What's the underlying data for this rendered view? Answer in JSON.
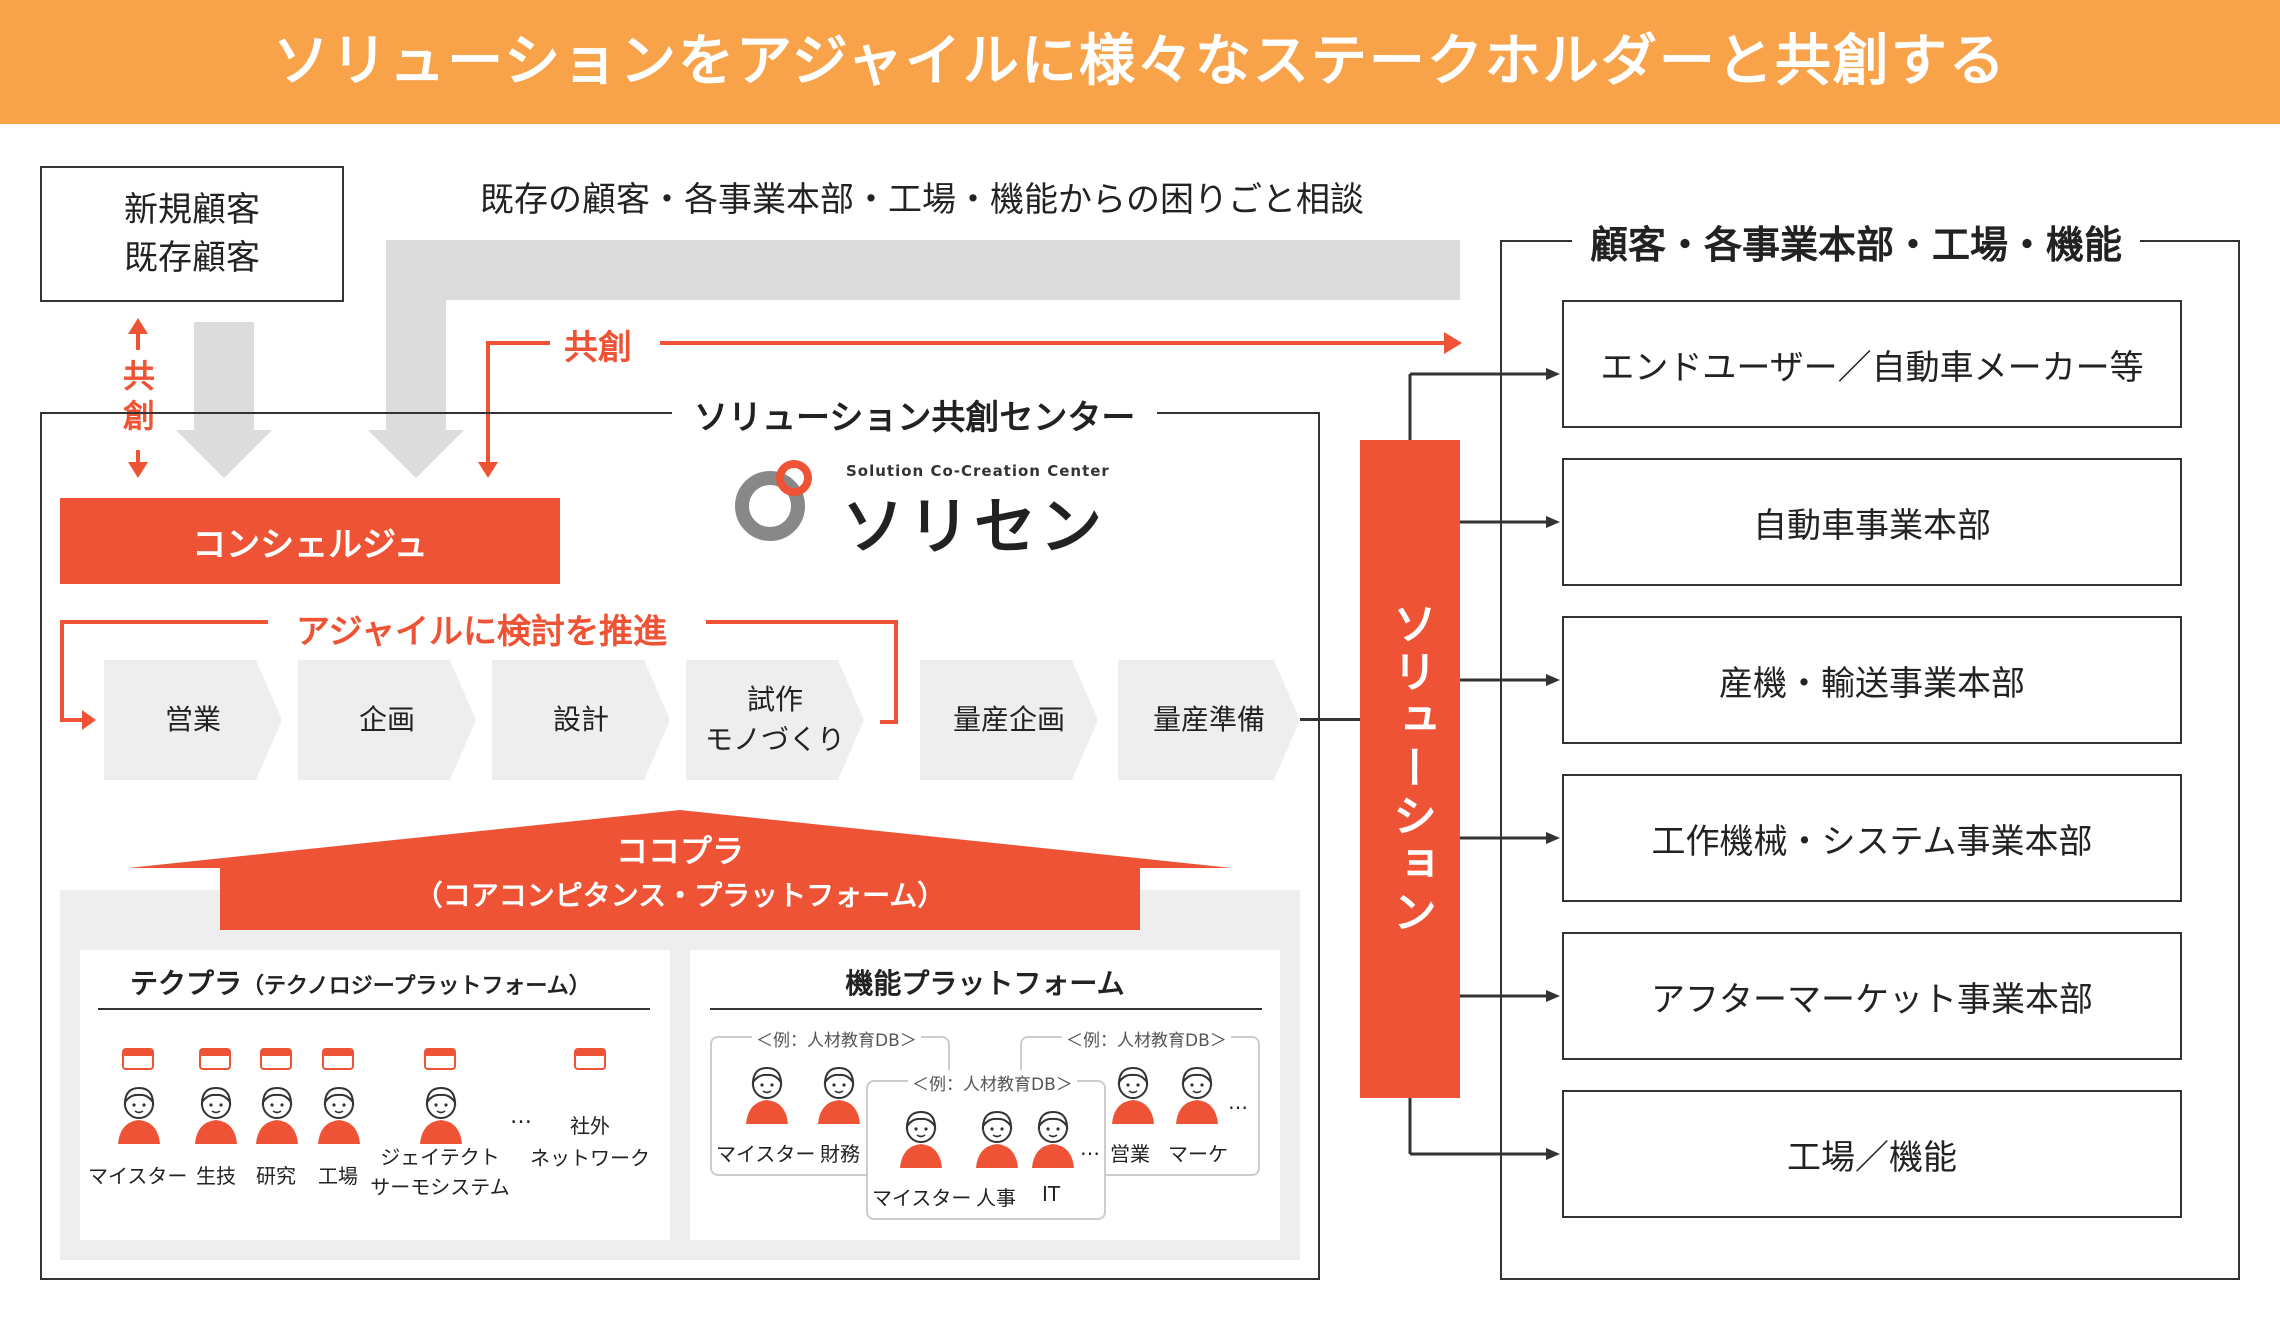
{
  "header": {
    "title": "ソリューションをアジャイルに様々なステークホルダーと共創する"
  },
  "customers_box": {
    "line1": "新規顧客",
    "line2": "既存顧客"
  },
  "top_flow_label": "既存の顧客・各事業本部・工場・機能からの困りごと相談",
  "kyoso_vertical": [
    "共",
    "創"
  ],
  "kyoso_label": "共創",
  "center": {
    "title": "ソリューション共創センター",
    "logo_small": "Solution Co-Creation Center",
    "logo_big": "ソリセン"
  },
  "concierge": "コンシェルジュ",
  "agile_label": "アジャイルに検討を推進",
  "process_steps": [
    "営業",
    "企画",
    "設計",
    "試作\nモノづくり",
    "量産企画",
    "量産準備"
  ],
  "platform": {
    "title": "ココプラ",
    "subtitle": "（コアコンピタンス・プラットフォーム）"
  },
  "tech_platform": {
    "title": "テクプラ",
    "title_small": "（テクノロジープラットフォーム）",
    "members": [
      "マイスター",
      "生技",
      "研究",
      "工場",
      "ジェイテクト\nサーモシステム",
      "社外\nネットワーク"
    ],
    "ellipsis": "…"
  },
  "func_platform": {
    "title": "機能プラットフォーム",
    "db_label": "＜例：人材教育DB＞",
    "card1_members": [
      "マイスター",
      "財務"
    ],
    "card2_members": [
      "マイスター",
      "人事",
      "IT"
    ],
    "card3_members": [
      "営業",
      "マーケ"
    ],
    "ellipsis": "…"
  },
  "solution_bar": "ソリューション",
  "right": {
    "title": "顧客・各事業本部・工場・機能",
    "items": [
      "エンドユーザー／自動車メーカー等",
      "自動車事業本部",
      "産機・輸送事業本部",
      "工作機械・システム事業本部",
      "アフターマーケット事業本部",
      "工場／機能"
    ]
  },
  "colors": {
    "accent": "#ee5335",
    "banner": "#f8a24a",
    "gray_arrow": "#dcdcdc"
  },
  "icons": {
    "person": "person-icon",
    "laptop": "laptop-icon",
    "arrow": "arrow-icon"
  }
}
